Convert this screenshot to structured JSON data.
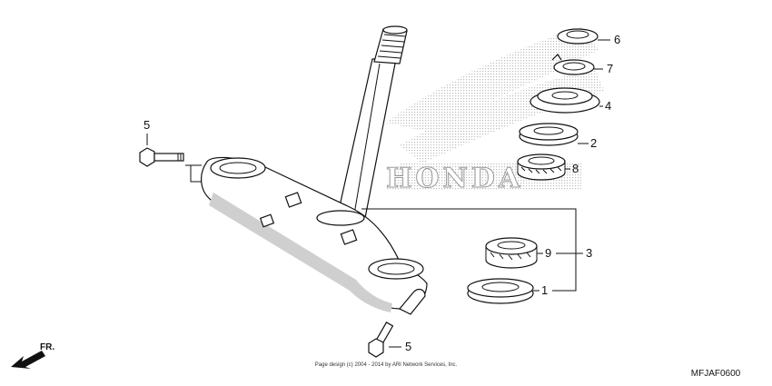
{
  "callouts": {
    "c1": "1",
    "c2": "2",
    "c3": "3",
    "c4": "4",
    "c5_top": "5",
    "c5_bottom": "5",
    "c6": "6",
    "c7": "7",
    "c8": "8",
    "c9": "9"
  },
  "watermark": {
    "brand": "HONDA"
  },
  "footer": {
    "copyright": "Page design (c) 2004 - 2014 by ARI Network Services, Inc.",
    "diagram_code": "MFJAF0600",
    "direction_label": "FR."
  },
  "colors": {
    "line": "#111111",
    "shade": "#cfcfcf",
    "dots": "#bdbdbd"
  }
}
